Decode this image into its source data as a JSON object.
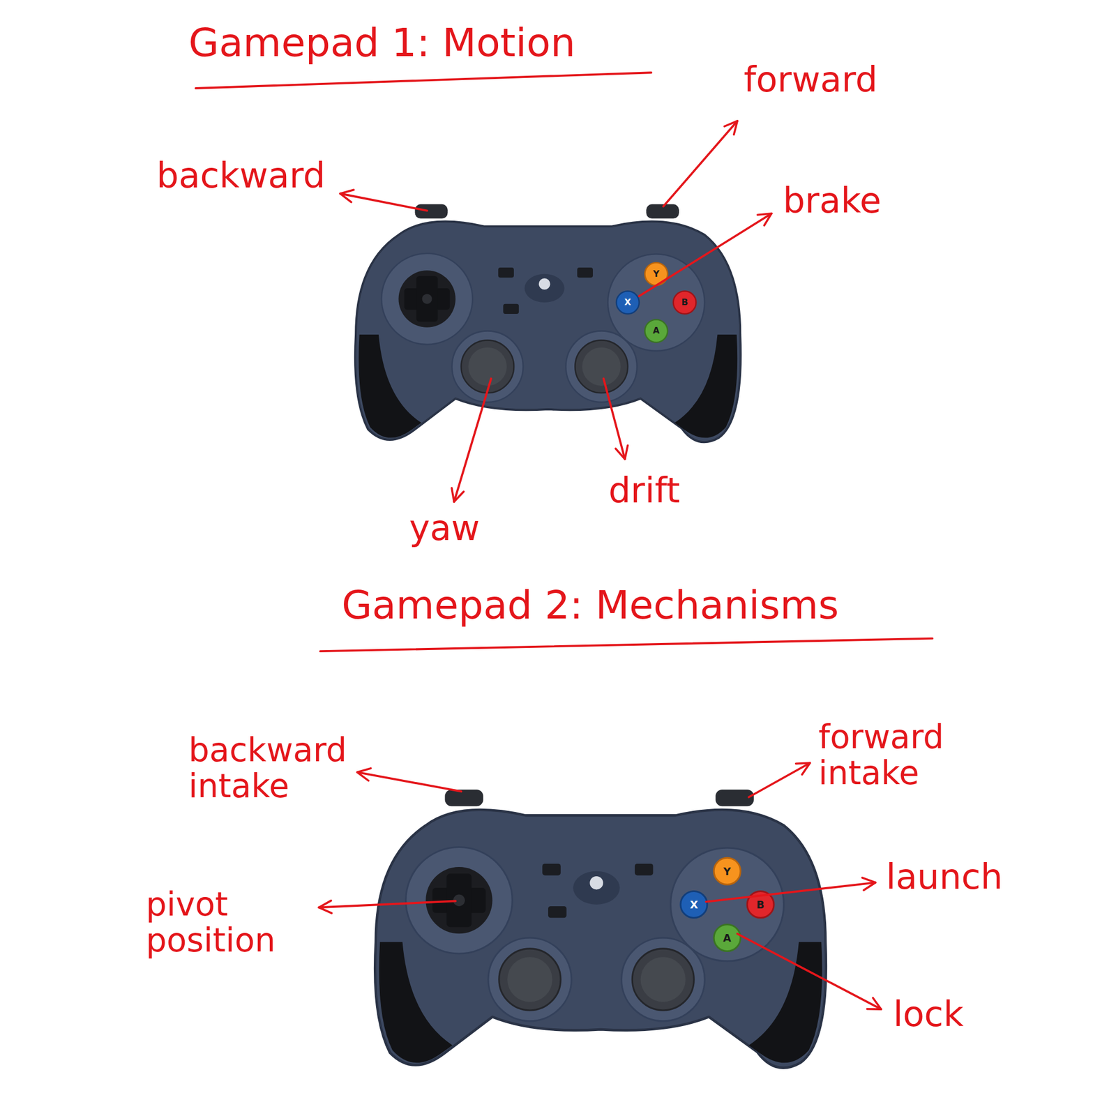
{
  "diagram": {
    "labels": [
      "Gamepad 1: Motion",
      "forward",
      "backward",
      "brake",
      "Y",
      "X",
      "B",
      "A",
      "yaw",
      "drift",
      "Gamepad 2: Mechanisms",
      "backward intake",
      "forward intake",
      "launch",
      "Y",
      "X",
      "B",
      "A",
      "pivot position",
      "lock"
    ]
  }
}
